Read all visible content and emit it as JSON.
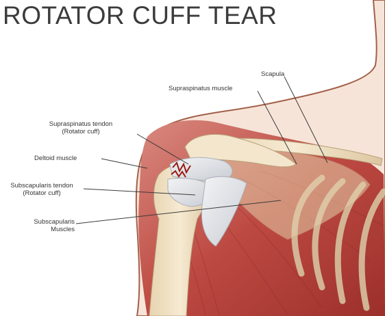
{
  "title": "ROTATOR CUFF TEAR",
  "labels": {
    "scapula": "Scapula",
    "supraspinatus_muscle": "Supraspinatus muscle",
    "supraspinatus_tendon": [
      "Supraspinatus tendon",
      "(Rotator cuff)"
    ],
    "deltoid_muscle": "Deltoid muscle",
    "subscapularis_tendon": [
      "Subscapularis tendon",
      "(Rotator cuff)"
    ],
    "subscapularis_muscles": [
      "Subscapularis",
      "Muscles"
    ]
  },
  "colors": {
    "skin": "#f7e4d8",
    "muscle": "#b8453e",
    "muscle_light": "#d8766a",
    "bone": "#f1e2c6",
    "tendon": "#e4e6ea",
    "tear": "#9a1a14",
    "outline": "#8b4a3a",
    "leader": "#3a3a3a"
  }
}
